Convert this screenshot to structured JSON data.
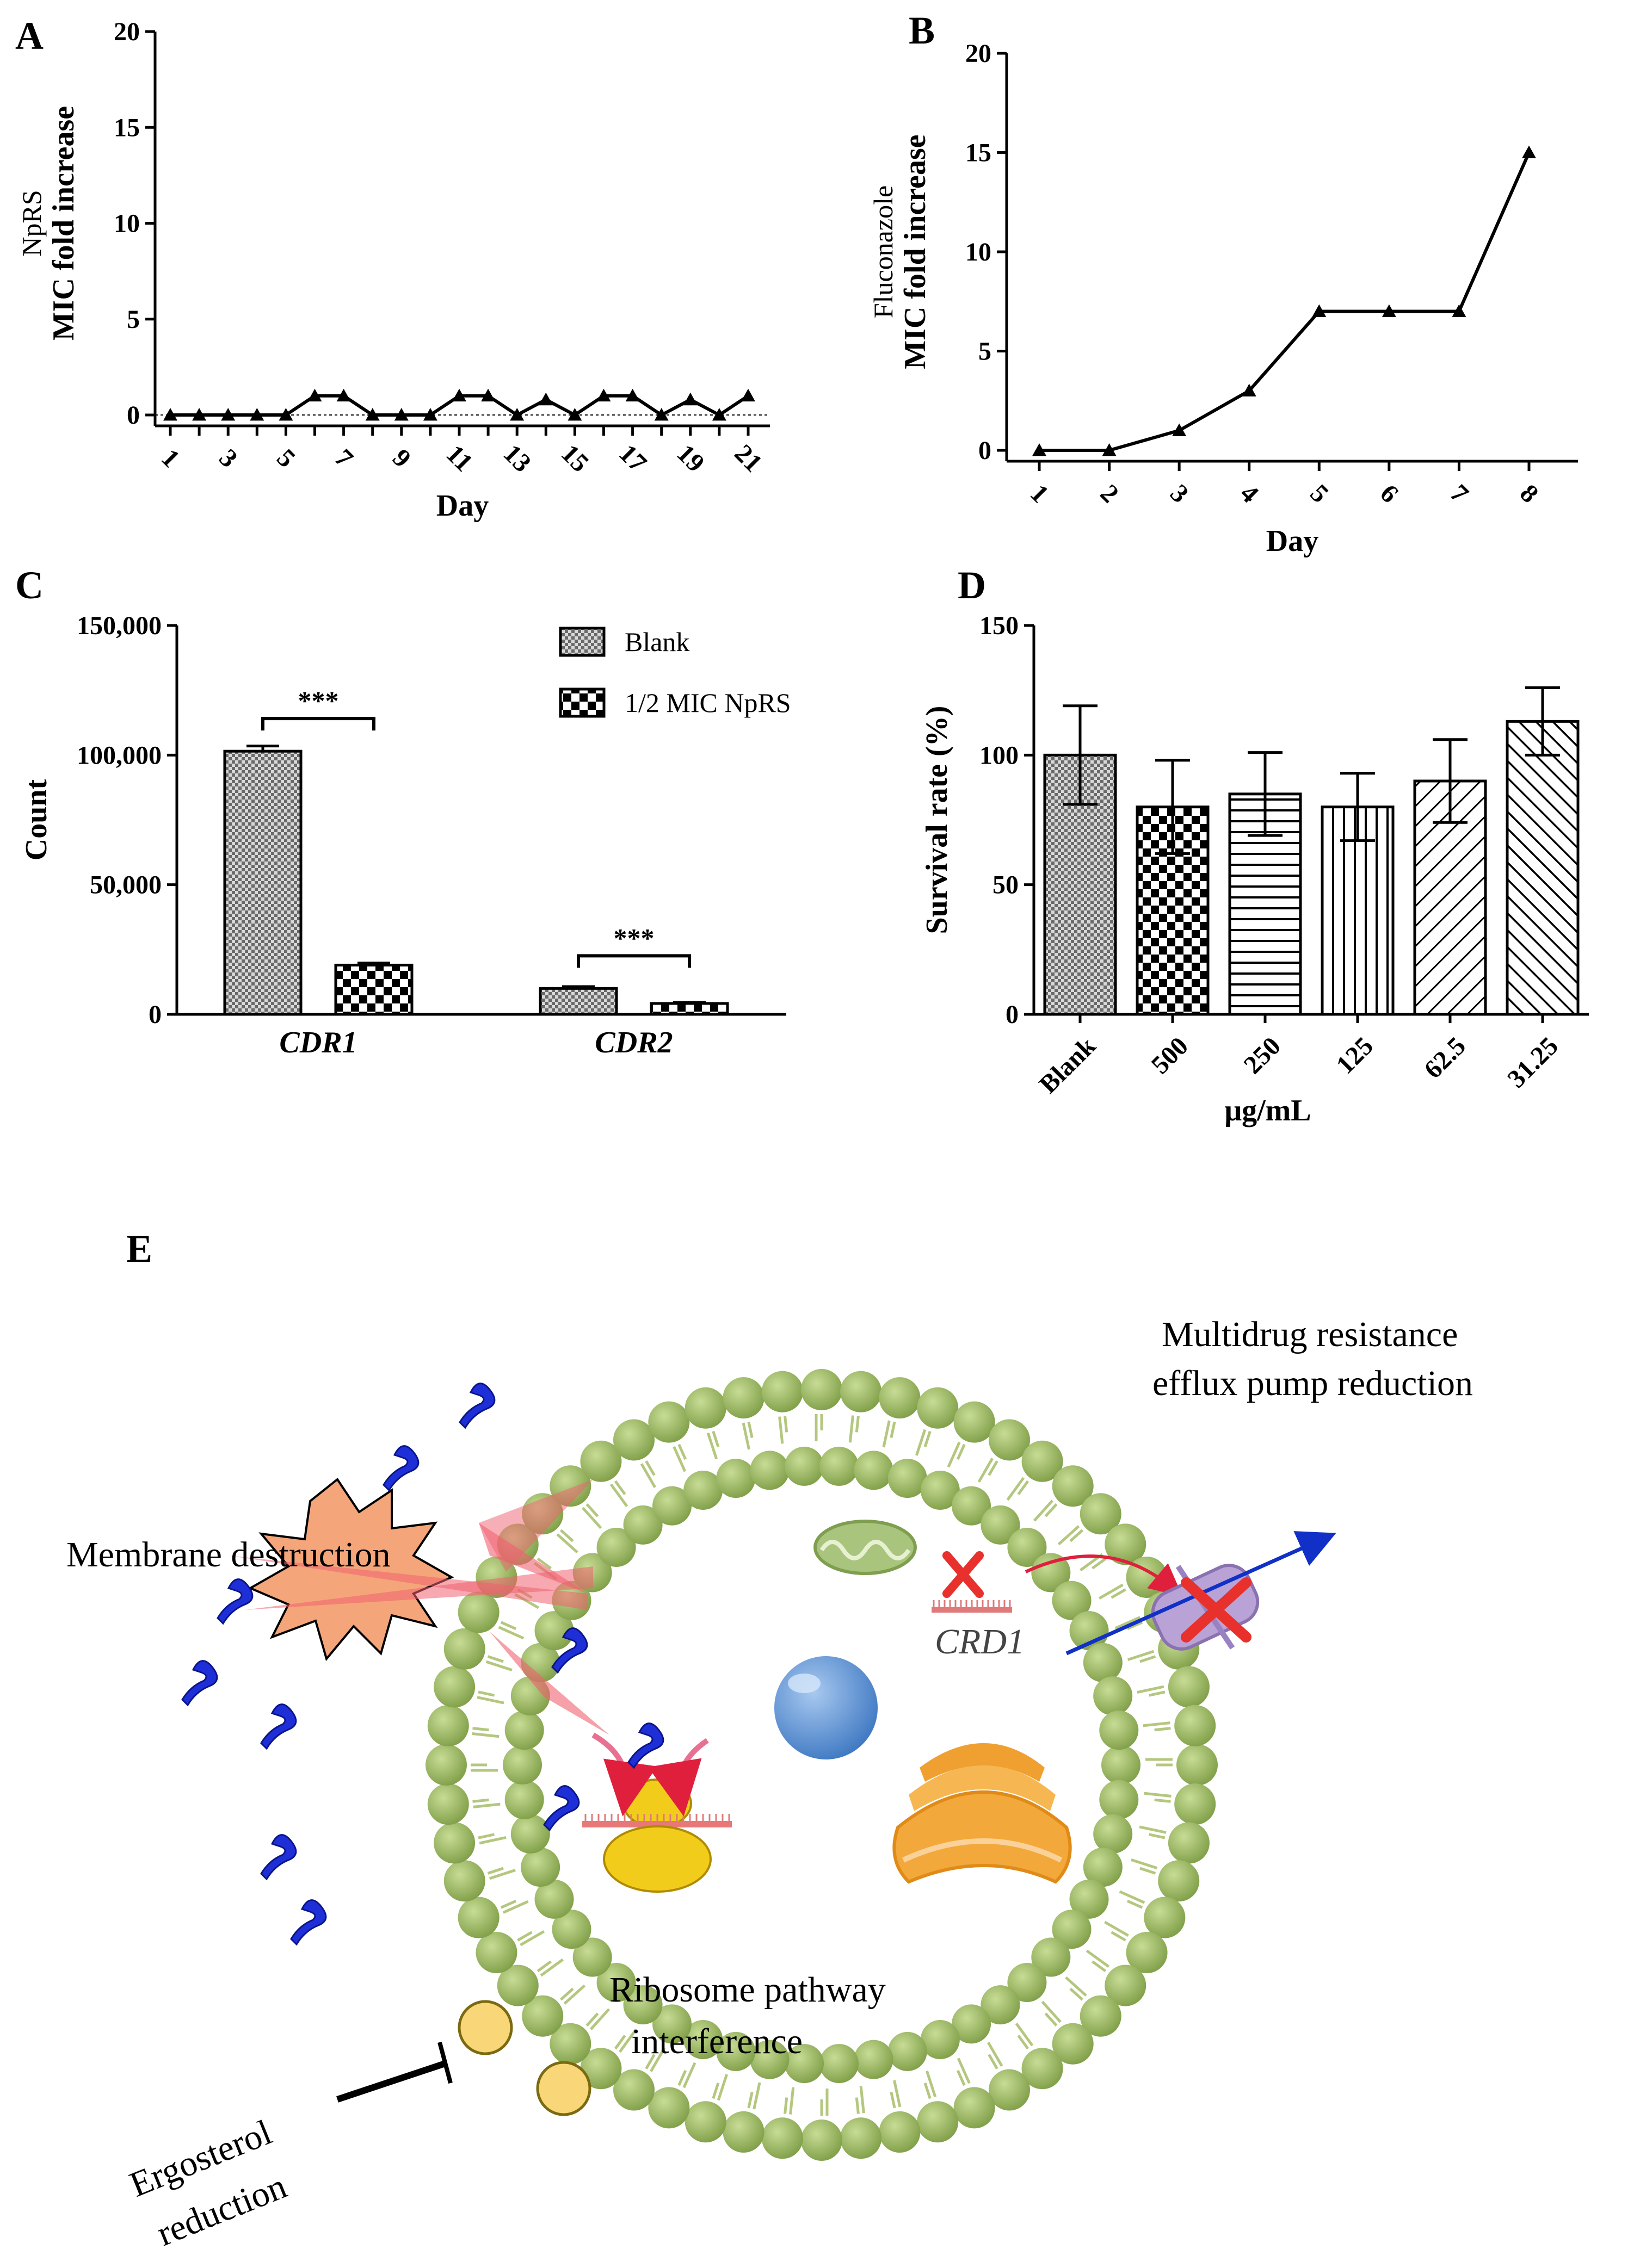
{
  "panels": {
    "A": "A",
    "B": "B",
    "C": "C",
    "D": "D",
    "E": "E"
  },
  "chart_data": [
    {
      "panel": "A",
      "type": "line",
      "x": [
        1,
        2,
        3,
        4,
        5,
        6,
        7,
        8,
        9,
        10,
        11,
        12,
        13,
        14,
        15,
        16,
        17,
        18,
        19,
        20,
        21
      ],
      "x_tick_labels": [
        "1",
        "3",
        "5",
        "7",
        "9",
        "11",
        "13",
        "15",
        "17",
        "19",
        "21"
      ],
      "series": [
        {
          "values": [
            0,
            0,
            0,
            0,
            0,
            1,
            1,
            0,
            0,
            0,
            1,
            1,
            0,
            0.8,
            0,
            1,
            1,
            0,
            0.8,
            0,
            1
          ]
        }
      ],
      "xlabel": "Day",
      "ylabel_line1": "NpRS",
      "ylabel_line2": "MIC fold increase",
      "ylim": [
        0,
        20
      ],
      "yticks": [
        0,
        5,
        10,
        15,
        20
      ],
      "reference_line": 0
    },
    {
      "panel": "B",
      "type": "line",
      "x": [
        1,
        2,
        3,
        4,
        5,
        6,
        7,
        8
      ],
      "x_tick_labels": [
        "1",
        "2",
        "3",
        "4",
        "5",
        "6",
        "7",
        "8"
      ],
      "series": [
        {
          "values": [
            0,
            0,
            1,
            3,
            7,
            7,
            7,
            15
          ]
        }
      ],
      "xlabel": "Day",
      "ylabel_line1": "Fluconazole",
      "ylabel_line2": "MIC fold increase",
      "ylim": [
        0,
        20
      ],
      "yticks": [
        0,
        5,
        10,
        15,
        20
      ]
    },
    {
      "panel": "C",
      "type": "bar",
      "categories": [
        "CDR1",
        "CDR2"
      ],
      "series": [
        {
          "name": "Blank",
          "values": [
            101500,
            10000
          ],
          "errors": [
            2000,
            700
          ]
        },
        {
          "name": "1/2 MIC NpRS",
          "values": [
            19000,
            4200
          ],
          "errors": [
            800,
            400
          ]
        }
      ],
      "ylabel": "Count",
      "ylim": [
        0,
        150000
      ],
      "ytick_labels": [
        "0",
        "50,000",
        "100,000",
        "150,000"
      ],
      "yticks": [
        0,
        50000,
        100000,
        150000
      ],
      "significance": [
        "***",
        "***"
      ],
      "legend_position": "top-right"
    },
    {
      "panel": "D",
      "type": "bar",
      "categories": [
        "Blank",
        "500",
        "250",
        "125",
        "62.5",
        "31.25"
      ],
      "values": [
        100,
        80,
        85,
        80,
        90,
        113
      ],
      "errors": [
        19,
        18,
        16,
        13,
        16,
        13
      ],
      "xlabel": "μg/mL",
      "ylabel": "Survival rate (%)",
      "ylim": [
        0,
        150
      ],
      "yticks": [
        0,
        50,
        100,
        150
      ]
    }
  ],
  "diagram_E": {
    "labels": {
      "efflux": [
        "Multidrug resistance",
        "efflux pump reduction"
      ],
      "membrane": "Membrane destruction",
      "crd1": "CRD1",
      "ribosome": [
        "Ribosome pathway",
        "interference"
      ],
      "ergosterol": [
        "Ergosterol",
        "reduction"
      ]
    },
    "colors": {
      "lipid_head": "#8fae57",
      "lipid_tail": "#b4c77f",
      "drug": "#1f2fd8",
      "nucleus": "#5b93d6",
      "golgi": "#f0a030",
      "pump": "#b9a3d6",
      "ribosome": "#f2cc1a",
      "explosion": "#f4a67a",
      "cross": "#e8302c"
    }
  }
}
